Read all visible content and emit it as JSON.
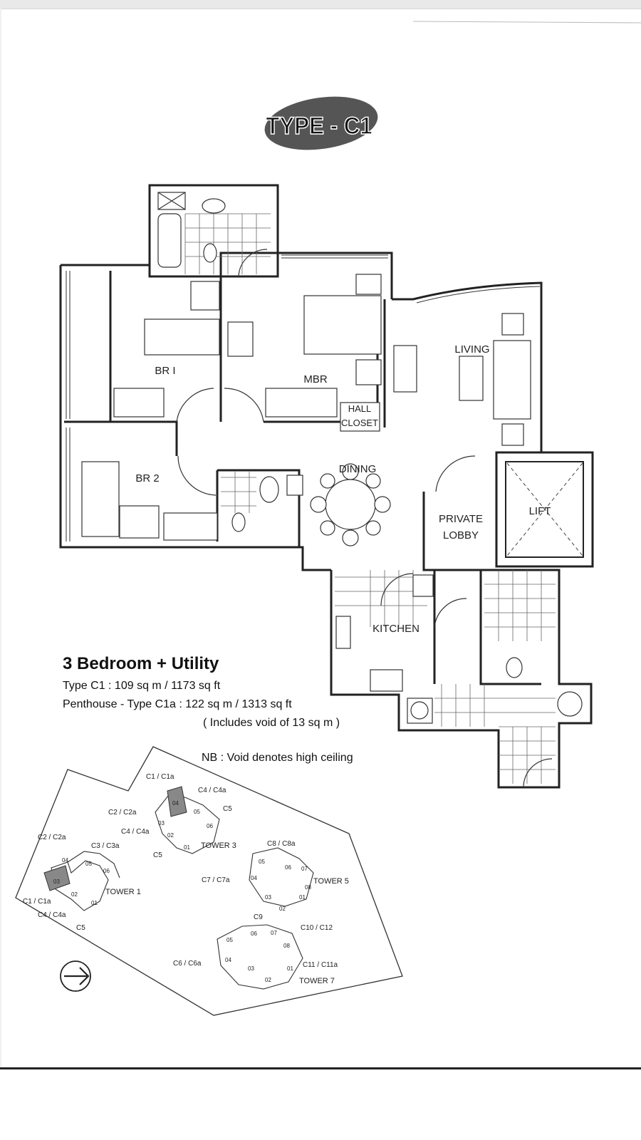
{
  "plan": {
    "type_badge": "TYPE - C1",
    "rooms": {
      "br1": "BR I",
      "br2": "BR 2",
      "mbr": "MBR",
      "hall_closet_1": "HALL",
      "hall_closet_2": "CLOSET",
      "living": "LIVING",
      "dining": "DINING",
      "private_lobby_1": "PRIVATE",
      "private_lobby_2": "LOBBY",
      "lift": "LIFT",
      "kitchen": "KITCHEN"
    }
  },
  "info": {
    "title": "3 Bedroom + Utility",
    "line1": "Type C1 : 109 sq m / 1173 sq ft",
    "line2": "Penthouse - Type C1a : 122 sq m / 1313 sq ft",
    "line3": "( Includes void of 13 sq m )",
    "note": "NB : Void denotes high ceiling"
  },
  "site": {
    "towers": [
      "TOWER 1",
      "TOWER 3",
      "TOWER 5",
      "TOWER 7"
    ],
    "tower1_labels": [
      "C2 / C2a",
      "C3 / C3a",
      "C1 / C1a",
      "C4 / C4a",
      "C5"
    ],
    "tower3_labels": [
      "C1 / C1a",
      "C4 / C4a",
      "C2 / C2a",
      "C5",
      "C4 / C4a",
      "C5"
    ],
    "tower5_labels": [
      "C8 / C8a",
      "C7 / C7a",
      "C9"
    ],
    "tower7_labels": [
      "C10 / C12",
      "C6 / C6a",
      "C11 / C11a"
    ],
    "unit_numbers": [
      "01",
      "02",
      "03",
      "04",
      "05",
      "06",
      "07",
      "08"
    ]
  }
}
